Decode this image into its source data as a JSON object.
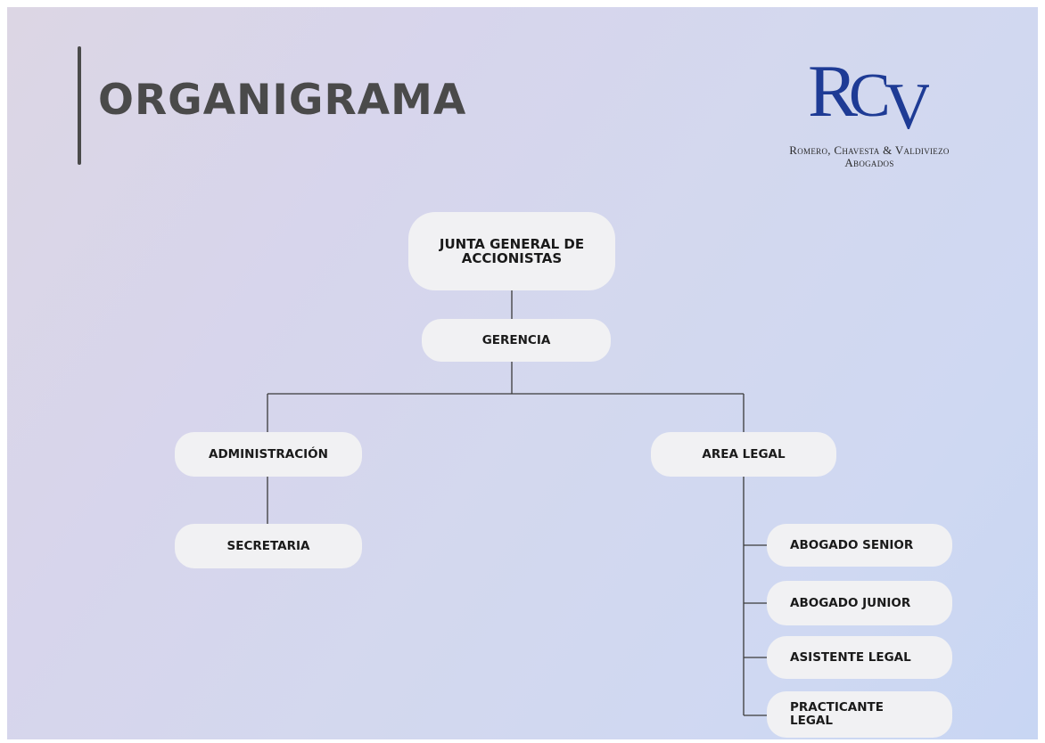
{
  "header": {
    "title": "ORGANIGRAMA"
  },
  "logo": {
    "mark": "RCV",
    "line1": "Romero, Chavesta & Valdiviezo",
    "line2": "Abogados",
    "color": "#1e3b95"
  },
  "nodes": {
    "junta": "JUNTA GENERAL DE ACCIONISTAS",
    "gerencia": "GERENCIA",
    "administracion": "ADMINISTRACIÓN",
    "area_legal": "AREA LEGAL",
    "secretaria": "SECRETARIA",
    "abogado_senior": "ABOGADO SENIOR",
    "abogado_junior": "ABOGADO JUNIOR",
    "asistente_legal": "ASISTENTE LEGAL",
    "practicante_legal": "PRACTICANTE LEGAL"
  },
  "colors": {
    "node_fill": "#f1f1f3",
    "connector": "#3a3a3a",
    "title": "#4a4a4a"
  }
}
